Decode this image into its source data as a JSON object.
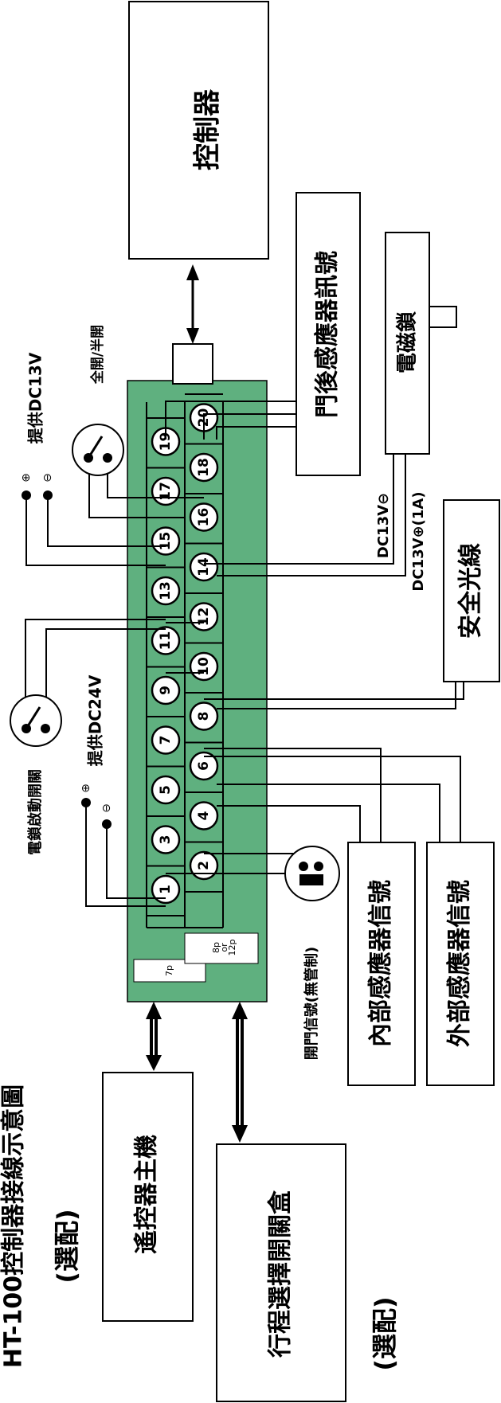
{
  "title": "HT-100控制器接線示意圖",
  "controller": {
    "label": "控制器"
  },
  "rear_sensor": {
    "label": "門後感應器訊號"
  },
  "electric_lock": {
    "label": "電磁鎖"
  },
  "safety_beam": {
    "label": "安全光線"
  },
  "inner_sensor": {
    "label": "內部感應器信號"
  },
  "outer_sensor": {
    "label": "外部感應器信號"
  },
  "remote_host": {
    "label": "遙控器主機"
  },
  "travel_box": {
    "label": "行程選擇開關盒"
  },
  "optional_labels": [
    "(選配)",
    "(選配)"
  ],
  "power_13v": {
    "label": "提供DC13V",
    "plus": "⊕",
    "minus": "⊖"
  },
  "power_24v": {
    "label": "提供DC24V",
    "plus": "⊕",
    "minus": "⊖"
  },
  "full_half_switch": {
    "label": "全開/半開"
  },
  "lock_switch": {
    "label": "電鎖啟動開關"
  },
  "open_signal": {
    "label": "開門信號(無管制)"
  },
  "dc13v_minus": {
    "label": "DC13V⊖"
  },
  "dc13v_plus": {
    "label": "DC13V⊕(1A)"
  },
  "connector_7p": {
    "label": "7p"
  },
  "connector_8p_12p": {
    "lines": [
      "8p",
      "or",
      "12p"
    ]
  },
  "terminals": [
    "1",
    "2",
    "3",
    "4",
    "5",
    "6",
    "7",
    "8",
    "9",
    "10",
    "11",
    "12",
    "13",
    "14",
    "15",
    "16",
    "17",
    "18",
    "19",
    "20"
  ],
  "colors": {
    "board": "#5fb07f",
    "line": "#000000",
    "background": "#ffffff"
  }
}
